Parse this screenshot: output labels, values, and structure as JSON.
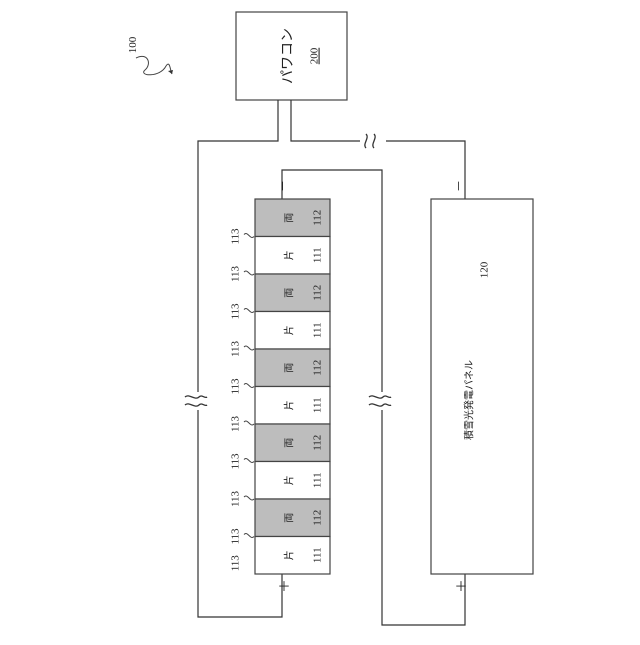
{
  "figure": {
    "ref_main": "100",
    "power_conditioner": {
      "label": "パワコン",
      "ref": "200"
    },
    "panel": {
      "label": "積雪光発電パネル",
      "ref": "120"
    },
    "terminals": {
      "minus": "－",
      "plus": "＋"
    },
    "cell_labels": {
      "double": "両",
      "single": "片"
    },
    "cell_refs": {
      "double": "112",
      "single": "111"
    },
    "gap_ref": "113",
    "cells": [
      "両",
      "片",
      "両",
      "片",
      "両",
      "片",
      "両",
      "片",
      "両",
      "片"
    ]
  }
}
